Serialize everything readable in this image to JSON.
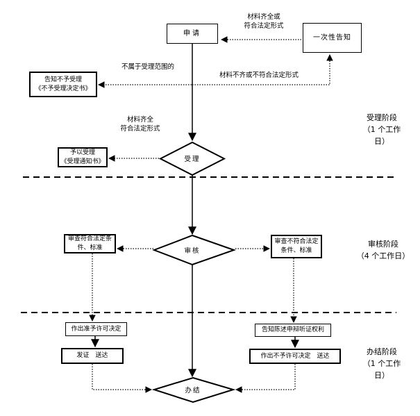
{
  "diagram": {
    "boxes": {
      "apply": "申请",
      "one_time_notice": "一次性告知",
      "notice_rejection": "告知不予受理\n《不予受理决定书》",
      "accept_doc": "予以受理\n《受理通知书》",
      "review_pass": "审查符合法定条\n件、标准",
      "review_fail": "审查不符合法定\n条件、标准",
      "decision_grant": "作出准予许可决定",
      "issue_deliver": "发证　送达",
      "notice_rights": "告知陈述申辩听证权利",
      "decision_deny": "作出不予许可决定　送达"
    },
    "diamonds": {
      "accept_check": "受理",
      "review": "审核",
      "close": "办结"
    },
    "edge_labels": {
      "complete_or_legal": "材料齐全或\n符合法定形式",
      "not_in_scope": "不属于受理范围的",
      "incomplete_or_illegal": "材料不齐或不符合法定形式",
      "complete_legal": "材料齐全\n符合法定形式"
    },
    "stage_labels": {
      "stage1": "受理阶段\n（1 个工作\n日）",
      "stage2": "审核阶段\n（4 个工作日）",
      "stage3": "办结阶段\n（1 个工作\n日）"
    },
    "colors": {
      "line": "#000000",
      "background": "#ffffff"
    }
  }
}
